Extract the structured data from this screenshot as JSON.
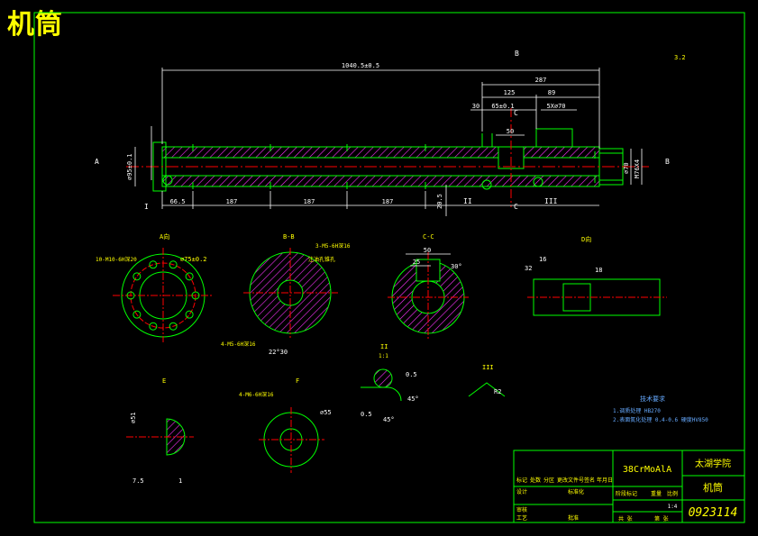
{
  "header": {
    "title": "机筒"
  },
  "main_view": {
    "dims": {
      "overall_length": "1040.5±0.5",
      "d287": "287",
      "d125": "125",
      "d89": "89",
      "d30": "30",
      "d65": "65±0.1",
      "five_x_70": "5X∅70",
      "d50": "50",
      "d66_5": "66.5",
      "d187a": "187",
      "d187b": "187",
      "d187c": "187",
      "d20_5": "20.5",
      "phi_left": "∅95±0.1",
      "phi_right1": "∅70",
      "phi_right2": "M76X4"
    },
    "markers": {
      "A_left": "A",
      "B_right": "B",
      "B_top": "B",
      "C_top": "C",
      "C_bot": "C",
      "I": "I",
      "II": "II",
      "III": "III",
      "surface_ra": "3.2"
    }
  },
  "section_views": {
    "aa_label": "A向",
    "bb_label": "B-B",
    "cc_label": "C-C",
    "d_label": "D向",
    "holes_note": "10-M10-6H深20",
    "phi75": "∅75±0.2",
    "bb_note1": "3-M5-6H深16",
    "bb_note2": "注油孔锥孔",
    "bb_note3": "4-M5-6H深16",
    "angle_22": "22°30",
    "cc_d50": "50",
    "cc_d25": "25",
    "cc_angle": "30°",
    "d_d16": "16",
    "d_d32": "32",
    "d_d18": "18",
    "detail_II": "II",
    "detail_III": "III",
    "scale": "1:1",
    "angle45a": "45°",
    "angle45b": "45°",
    "r0_5": "0.5",
    "r05b": "0.5",
    "r32": "R2",
    "view_E": "E",
    "view_F": "F",
    "phi55": "∅55",
    "phi51": "∅51",
    "d7_5": "7.5",
    "d1": "1",
    "e_note": "4-M6-6H深16"
  },
  "notes": {
    "heading": "技术要求",
    "line1": "1.调质处理 HB270",
    "line2": "2.表面氮化处理 0.4-0.6 硬度HV850"
  },
  "title_block": {
    "material": "38CrMoAlA",
    "school": "太湖学院",
    "part_name": "机筒",
    "drawing_no": "0923114",
    "scale": "1:4",
    "labels": [
      "标记",
      "处数",
      "分区",
      "更改文件号",
      "签名",
      "年月日",
      "设计",
      "标准化",
      "审核",
      "工艺",
      "批准",
      "阶段标记",
      "重量",
      "比例",
      "共 张",
      "第 张"
    ]
  },
  "colors": {
    "border": "#00ff00",
    "geometry": "#00ff00",
    "dimension": "#ffffff",
    "text": "#ffff00",
    "centerline": "#ff0000",
    "hatch": "#ff33ff",
    "accent_blue": "#66aaff"
  }
}
